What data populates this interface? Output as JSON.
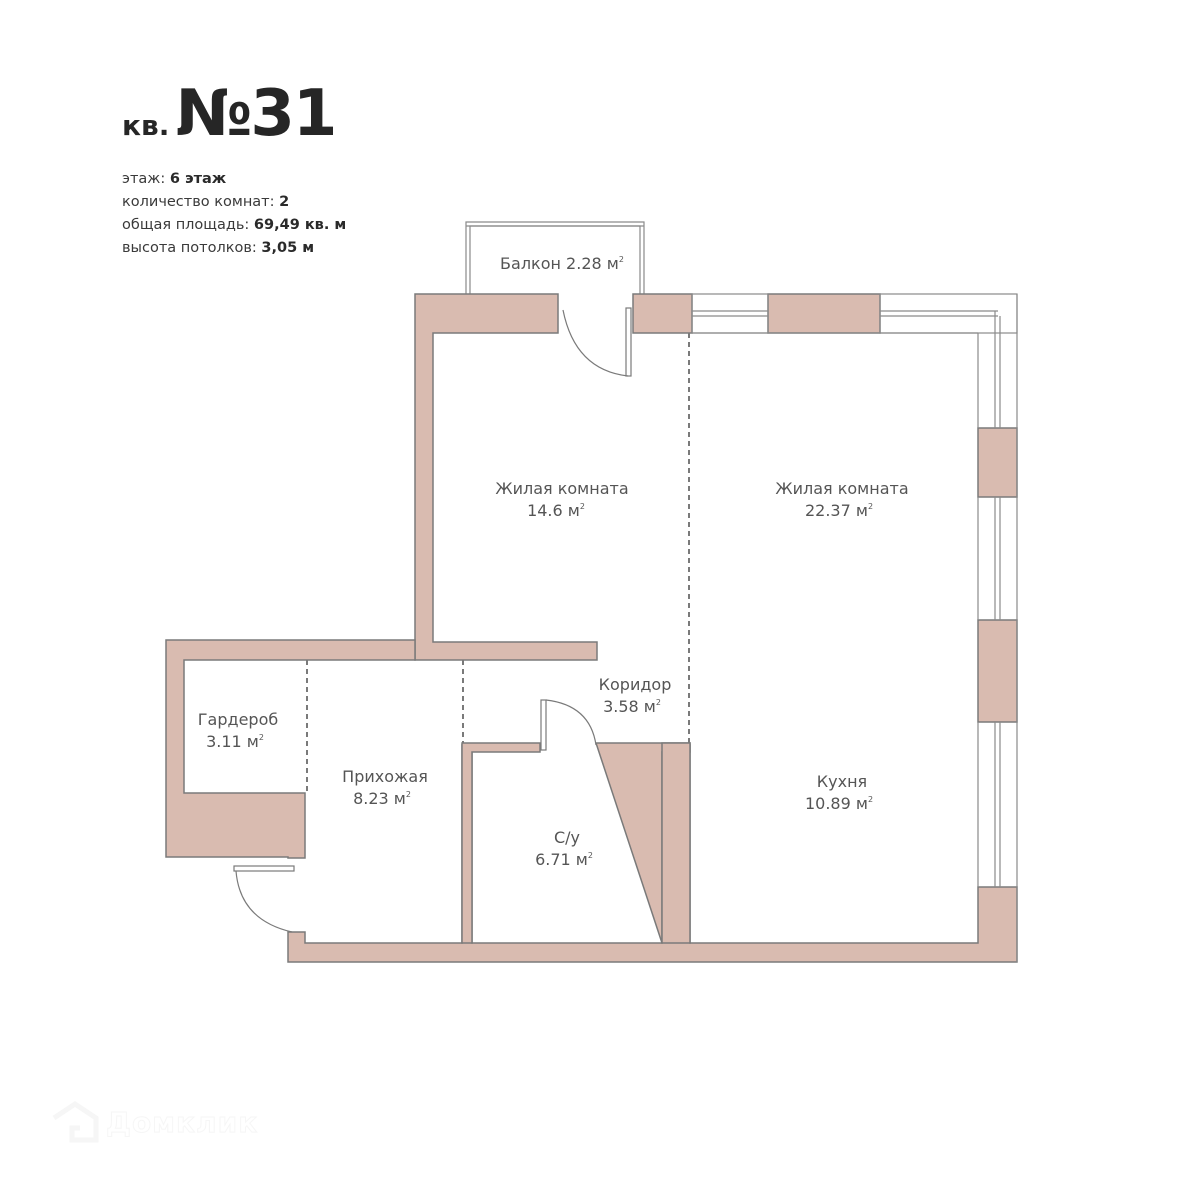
{
  "header": {
    "prefix": "кв.",
    "number": "№31"
  },
  "info": [
    {
      "label": "этаж:",
      "value": "6 этаж"
    },
    {
      "label": "количество комнат:",
      "value": "2"
    },
    {
      "label": "общая площадь:",
      "value": "69,49 кв. м"
    },
    {
      "label": "высота потолков:",
      "value": "3,05 м"
    }
  ],
  "rooms": {
    "balcony": {
      "name": "Балкон 2.28 м",
      "sup": "2"
    },
    "living1": {
      "name": "Жилая комната",
      "area": "14.6 м",
      "sup": "2"
    },
    "living2": {
      "name": "Жилая комната",
      "area": "22.37 м",
      "sup": "2"
    },
    "corridor": {
      "name": "Коридор",
      "area": "3.58 м",
      "sup": "2"
    },
    "wardrobe": {
      "name": "Гардероб",
      "area": "3.11 м",
      "sup": "2"
    },
    "hallway": {
      "name": "Прихожая",
      "area": "8.23 м",
      "sup": "2"
    },
    "bathroom": {
      "name": "С/у",
      "area": "6.71 м",
      "sup": "2"
    },
    "kitchen": {
      "name": "Кухня",
      "area": "10.89 м",
      "sup": "2"
    }
  },
  "colors": {
    "wall_fill": "#d9bbb0",
    "wall_stroke": "#7a7a7a",
    "text": "#555555",
    "title": "#262626"
  },
  "watermark": {
    "icon": "house-logo-icon",
    "text": "Домклик"
  }
}
